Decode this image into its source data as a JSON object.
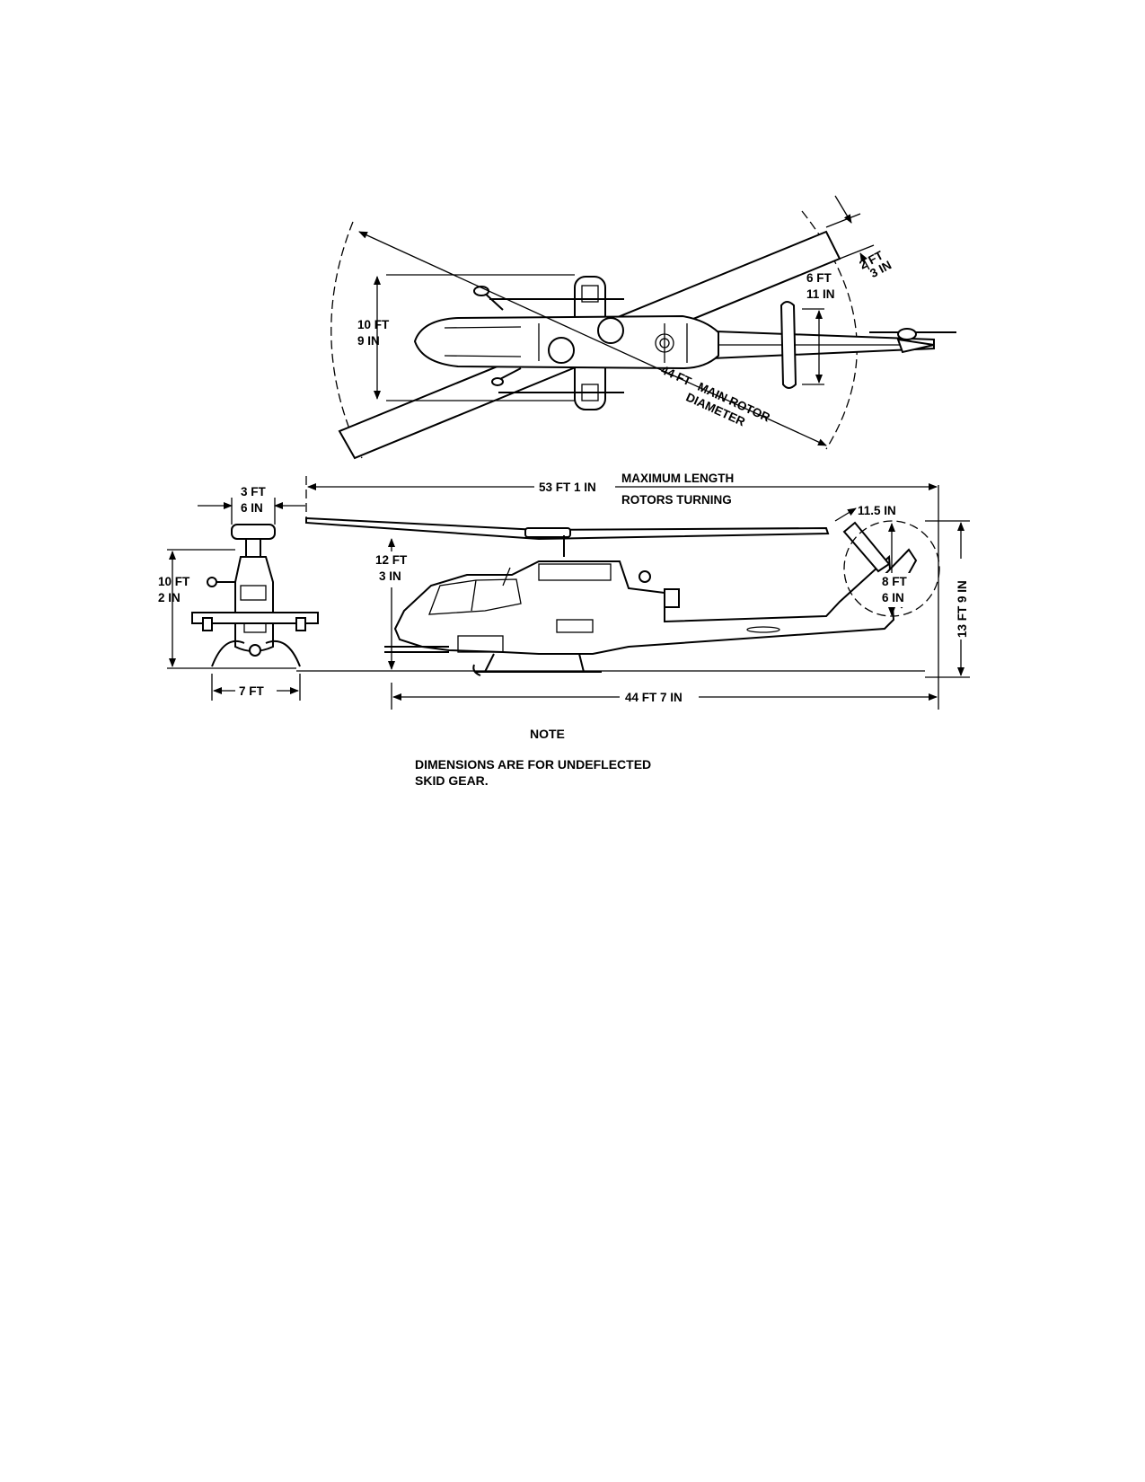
{
  "top_view": {
    "rotor_diameter_value": "44 FT",
    "rotor_diameter_label_line1": "MAIN ROTOR",
    "rotor_diameter_label_line2": "DIAMETER",
    "width_line1": "10 FT",
    "width_line2": "9 IN",
    "stabilizer_line1": "6 FT",
    "stabilizer_line2": "11 IN",
    "chord_line1": "2 FT",
    "chord_line2": "3 IN"
  },
  "front_view": {
    "hub_line1": "3 FT",
    "hub_line2": "6 IN",
    "height_line1": "10 FT",
    "height_line2": "2 IN",
    "skid_width": "7 FT"
  },
  "side_view": {
    "max_length_value": "53 FT  1 IN",
    "max_length_line1": "MAXIMUM  LENGTH",
    "max_length_line2": "ROTORS  TURNING",
    "mast_line1": "12 FT",
    "mast_line2": "3 IN",
    "tail_chord": "11.5  IN",
    "tail_rotor_line1": "8 FT",
    "tail_rotor_line2": "6 IN",
    "total_height": "13 FT  9 IN",
    "fuselage_length": "44 FT 7 IN"
  },
  "note": {
    "heading": "NOTE",
    "line1": "DIMENSIONS  ARE  FOR  UNDEFLECTED",
    "line2": "SKID  GEAR."
  }
}
